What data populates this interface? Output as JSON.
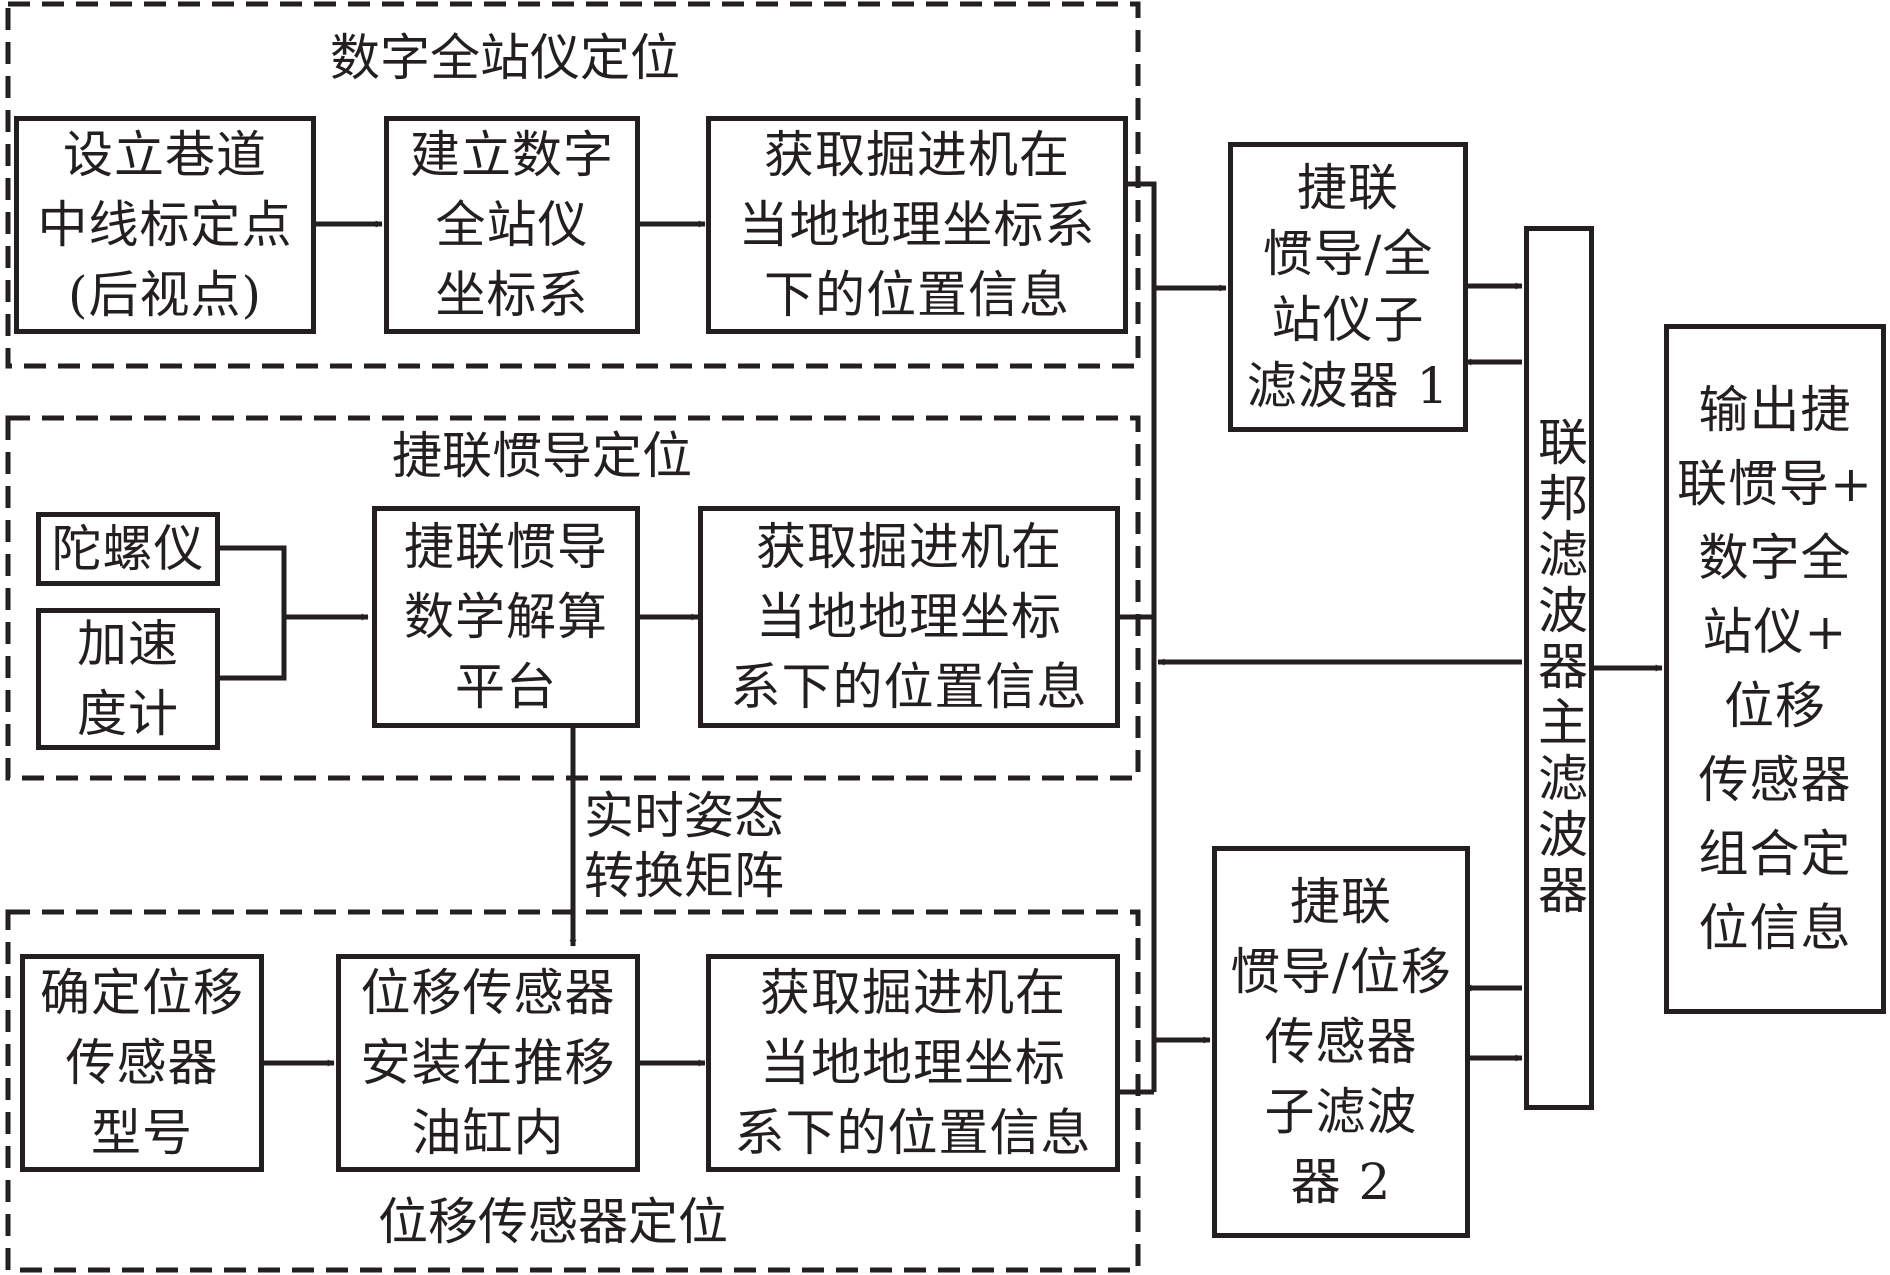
{
  "groups": {
    "total_station": "数字全站仪定位",
    "strapdown": "捷联惯导定位",
    "displacement": "位移传感器定位"
  },
  "nodes": {
    "set_points": "设立巷道\n中线标定点\n(后视点)",
    "build_ts": "建立数字\n全站仪\n坐标系",
    "pos_ts": "获取掘进机在\n当地地理坐标系\n下的位置信息",
    "gyro": "陀螺仪",
    "accel": "加速\n度计",
    "ins_platform": "捷联惯导\n数学解算\n平台",
    "pos_ins": "获取掘进机在\n当地地理坐标\n系下的位置信息",
    "sensor_type": "确定位移\n传感器\n型号",
    "sensor_install": "位移传感器\n安装在推移\n油缸内",
    "pos_disp": "获取掘进机在\n当地地理坐标\n系下的位置信息",
    "subfilter1": "捷联\n惯导/全\n站仪子\n滤波器 1",
    "subfilter2": "捷联\n惯导/位移\n传感器\n子滤波\n器 2",
    "master_filter": "联邦滤波器主滤波器",
    "output": "输出捷\n联惯导+\n数字全\n站仪+\n位移\n传感器\n组合定\n位信息"
  },
  "edge_labels": {
    "attitude_matrix": "实时姿态\n转换矩阵"
  },
  "colors": {
    "stroke": "#231f20",
    "background": "#ffffff"
  }
}
